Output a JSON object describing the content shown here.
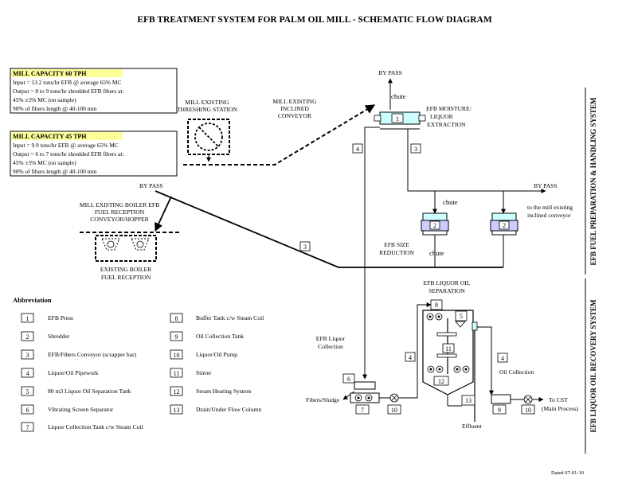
{
  "title": "EFB TREATMENT SYSTEM FOR PALM OIL MILL - SCHEMATIC FLOW DIAGRAM",
  "capacity_boxes": [
    {
      "heading": "MILL CAPACITY 60 TPH",
      "lines": [
        "Input = 13.2 tons/hr EFB @ average 65% MC",
        "Output = 8 to 9 tons/hr shredded EFB fibers at:",
        "45% ±5% MC (on sample)",
        "90% of fibers length @ 40-100 mm"
      ]
    },
    {
      "heading": "MILL CAPACITY 45 TPH",
      "lines": [
        "Input = 9.9 tons/hr EFB @ average 65% MC",
        "Output = 6 to 7 tons/hr shredded EFB fibers at:",
        "45% ±5% MC (on sample)",
        "90% of fibers length @ 40-100 mm"
      ]
    }
  ],
  "labels": {
    "bypass_top": "BY PASS",
    "bypass_left": "BY PASS",
    "bypass_right": "BY PASS",
    "chute_top": "chute",
    "chute_mid": "chute",
    "chute_low": "chute",
    "moisture_l1": "EFB MOISTURE/",
    "moisture_l2": "LIQUOR",
    "moisture_l3": "EXTRACTION",
    "thresh_l1": "MILL EXISTING",
    "thresh_l2": "THRESHING STATION",
    "incl_l1": "MILL EXISTING",
    "incl_l2": "INCLINED",
    "incl_l3": "CONVEYOR",
    "boiler_l1": "MILL EXISTING BOILER EFB",
    "boiler_l2": "FUEL RECEPTION",
    "boiler_l3": "CONVEYOR/HOPPER",
    "exist_boiler_l1": "EXISTING BOILER",
    "exist_boiler_l2": "FUEL RECEPTION",
    "to_mill_l1": "to the mill existing",
    "to_mill_l2": "inclined conveyor",
    "size_l1": "EFB SIZE",
    "size_l2": "REDUCTION",
    "sep_l1": "EFB LIQUOR OIL",
    "sep_l2": "SEPARATION",
    "liquor_l1": "EFB Liquor",
    "liquor_l2": "Collection",
    "oil_collection": "Oil Collection",
    "fibers_sludge": "Fibers/Sludge",
    "effluent": "Effluent",
    "to_cst": "To CST",
    "main_process": "(Main Process)",
    "side_fuel": "EFB FUEL PREPARATION & HANDLING SYSTEM",
    "side_oil": "EFB LIQUOR OIL RECOVERY SYSTEM",
    "dated": "Dated 07-01-10"
  },
  "abbreviation": {
    "heading": "Abbreviation",
    "left": [
      {
        "code": "1",
        "desc": "EFB Press"
      },
      {
        "code": "2",
        "desc": "Shredder"
      },
      {
        "code": "3",
        "desc": "EFB/Fibers Conveyor (scrapper bar)"
      },
      {
        "code": "4",
        "desc": "Liquor/Oil Pipework"
      },
      {
        "code": "5",
        "desc": "80 m3 Liquor Oil Separation Tank"
      },
      {
        "code": "6",
        "desc": "Vibrating Screen Separator"
      },
      {
        "code": "7",
        "desc": "Liquor Collection Tank c/w Steam Coil"
      }
    ],
    "right": [
      {
        "code": "8",
        "desc": "Buffer Tank c/w Steam Coil"
      },
      {
        "code": "9",
        "desc": "Oil Collection Tank"
      },
      {
        "code": "10",
        "desc": "Liquor/Oil Pump"
      },
      {
        "code": "11",
        "desc": "Stirrer"
      },
      {
        "code": "12",
        "desc": "Steam Heating System"
      },
      {
        "code": "13",
        "desc": "Drain/Under Flow Column"
      }
    ]
  },
  "tags": {
    "c1": "1",
    "c2a": "2",
    "c2b": "2",
    "c3a": "3",
    "c3b": "3",
    "c4a": "4",
    "c4b": "4",
    "c4c": "4",
    "c5": "5",
    "c6": "6",
    "c7": "7",
    "c8": "8",
    "c9": "9",
    "c10a": "10",
    "c10b": "10",
    "c11": "11",
    "c12": "12",
    "c13": "13"
  }
}
